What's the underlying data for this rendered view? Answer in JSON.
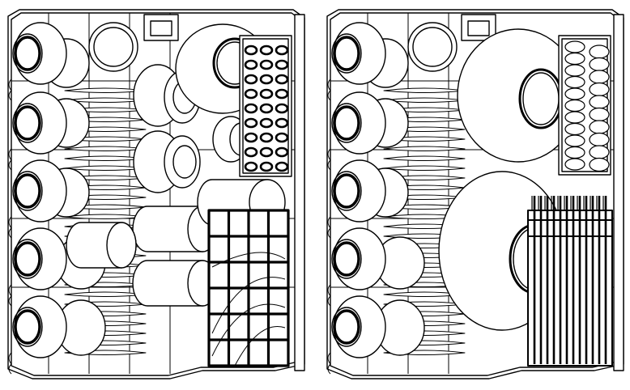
{
  "diagram": {
    "panels": [
      {
        "id": "left",
        "items": [
          "cups-column",
          "bowls",
          "plates",
          "mugs",
          "glasses",
          "bowl-rack",
          "cutlery-basket"
        ]
      },
      {
        "id": "right",
        "items": [
          "cups-column",
          "bowls",
          "plates",
          "large-plates",
          "cutlery-rack",
          "utensil-tines"
        ]
      }
    ],
    "colors": {
      "stroke": "#000000",
      "background": "#ffffff"
    }
  }
}
